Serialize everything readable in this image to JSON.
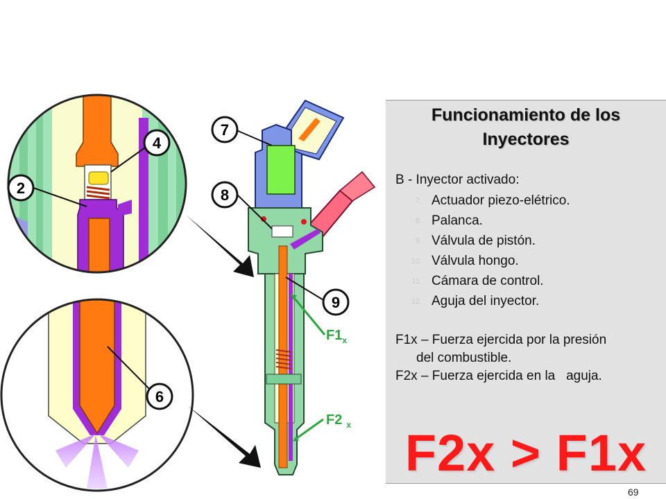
{
  "title_line1": "Funcionamiento de los",
  "title_line2": "Inyectores",
  "intro": "B - Inyector activado:",
  "parts": [
    {
      "num": "7.",
      "text": "Actuador piezo-elétrico."
    },
    {
      "num": "8.",
      "text": "Palanca."
    },
    {
      "num": "9.",
      "text": "Válvula de pistón."
    },
    {
      "num": "10.",
      "text": "Válvula hongo."
    },
    {
      "num": "11.",
      "text": "Cámara de control."
    },
    {
      "num": "12.",
      "text": "Aguja del inyector."
    }
  ],
  "forces": {
    "f1_line1": "F1x – Fuerza ejercida por la presión",
    "f1_line2": "del combustible.",
    "f2": "F2x – Fuerza ejercida en la   aguja."
  },
  "formula": "F2x > F1x",
  "page_number": "69",
  "diagram": {
    "callouts": [
      "2",
      "4",
      "6",
      "7",
      "8",
      "9"
    ],
    "force_labels": [
      {
        "main": "F1",
        "sub": "x"
      },
      {
        "main": "F2",
        "sub": "x"
      }
    ]
  },
  "colors": {
    "formula": "#ff1a1a",
    "fuel": "#ff7a10",
    "return_line": "#9b22d6",
    "body": "#93d9a8",
    "housing": "#7f96e6",
    "actuator": "#7cf24a",
    "force_label": "#2ea640"
  }
}
